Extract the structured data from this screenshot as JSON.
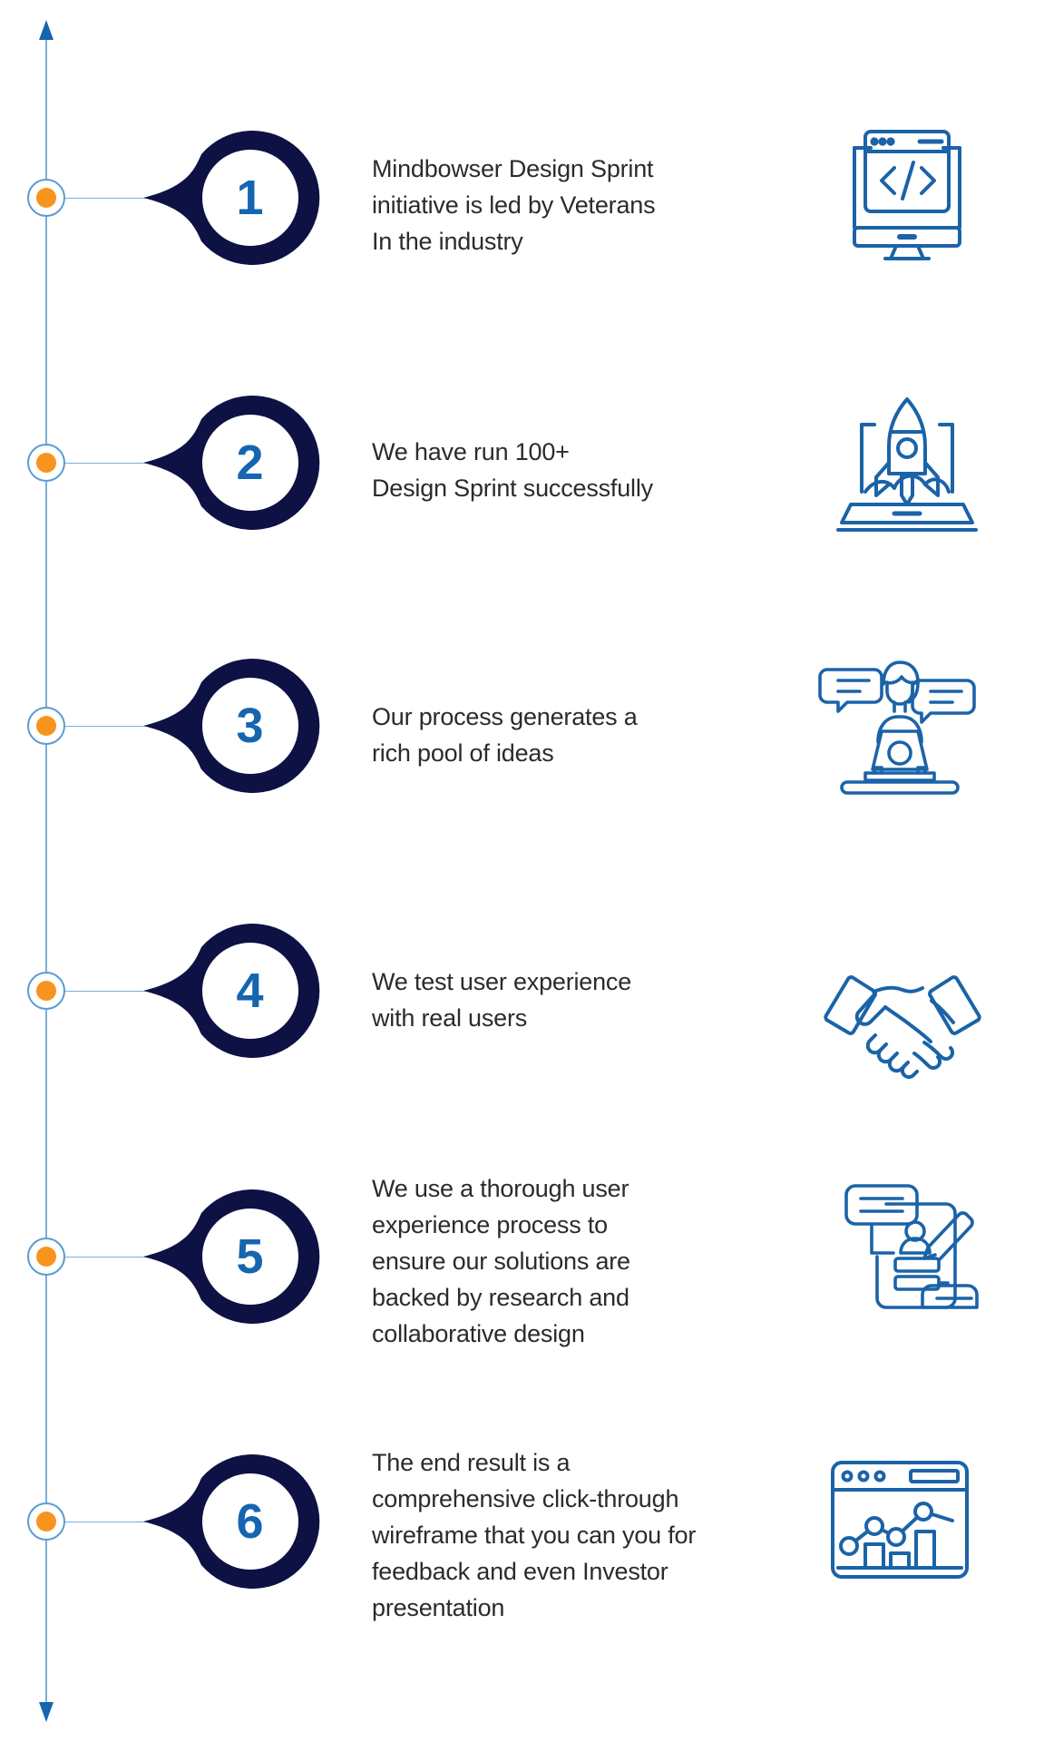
{
  "colors": {
    "navy": "#0d1144",
    "blue": "#1565b0",
    "icon_blue": "#1b63a8",
    "orange": "#f7941e",
    "line": "#7aaede",
    "text": "#2b2b2b",
    "background": "#ffffff"
  },
  "timeline": {
    "orientation": "vertical",
    "arrow_top": "arrow-up",
    "arrow_bottom": "arrow-down",
    "node_count": 6
  },
  "steps": [
    {
      "number": "1",
      "text": "Mindbowser Design Sprint\ninitiative is led by Veterans\nIn the industry",
      "icon": "code-monitor-icon"
    },
    {
      "number": "2",
      "text": "We have run 100+\nDesign Sprint successfully",
      "icon": "rocket-laptop-icon"
    },
    {
      "number": "3",
      "text": "Our process generates a\nrich pool of ideas",
      "icon": "person-laptop-chat-icon"
    },
    {
      "number": "4",
      "text": "We test user experience\nwith real users",
      "icon": "handshake-icon"
    },
    {
      "number": "5",
      "text": "We use a thorough user\nexperience process to\nensure our solutions are\nbacked by research and\ncollaborative design",
      "icon": "wireframe-design-icon"
    },
    {
      "number": "6",
      "text": "The end result is a\ncomprehensive click-through\nwireframe that you can you for\nfeedback and even Investor\npresentation",
      "icon": "analytics-browser-icon"
    }
  ]
}
